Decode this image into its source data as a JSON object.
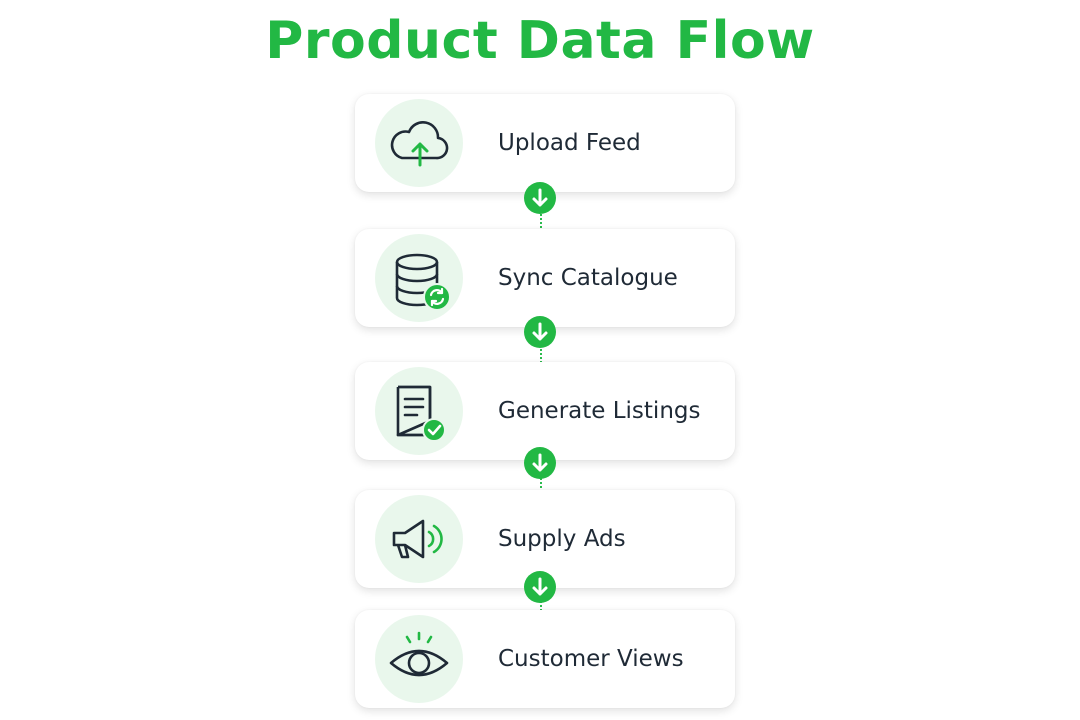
{
  "title": "Product Data Flow",
  "accent_color": "#22b844",
  "text_color": "#1f2a36",
  "steps": [
    {
      "label": "Upload Feed",
      "icon": "cloud-upload-icon"
    },
    {
      "label": "Sync Catalogue",
      "icon": "database-sync-icon"
    },
    {
      "label": "Generate Listings",
      "icon": "document-check-icon"
    },
    {
      "label": "Supply Ads",
      "icon": "megaphone-icon"
    },
    {
      "label": "Customer Views",
      "icon": "eye-icon"
    }
  ]
}
